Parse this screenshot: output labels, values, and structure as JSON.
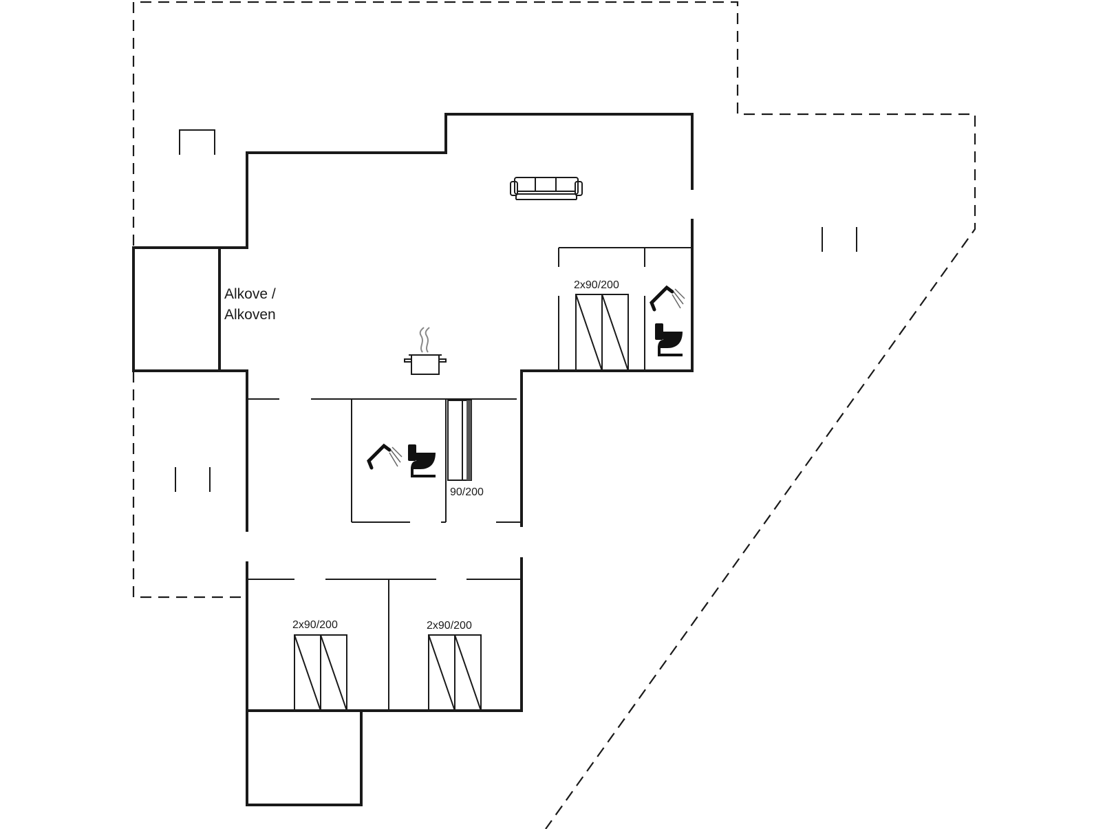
{
  "rooms": {
    "alcove_line1": "Alkove /",
    "alcove_line2": "Alkoven"
  },
  "beds": {
    "top_right": "2x90/200",
    "middle": "90/200",
    "bottom_left": "2x90/200",
    "bottom_right": "2x90/200"
  },
  "icons": [
    "sofa-icon",
    "cooking-pot-icon",
    "shower-icon",
    "toilet-icon",
    "shower-icon",
    "toilet-icon",
    "bed-icon"
  ]
}
